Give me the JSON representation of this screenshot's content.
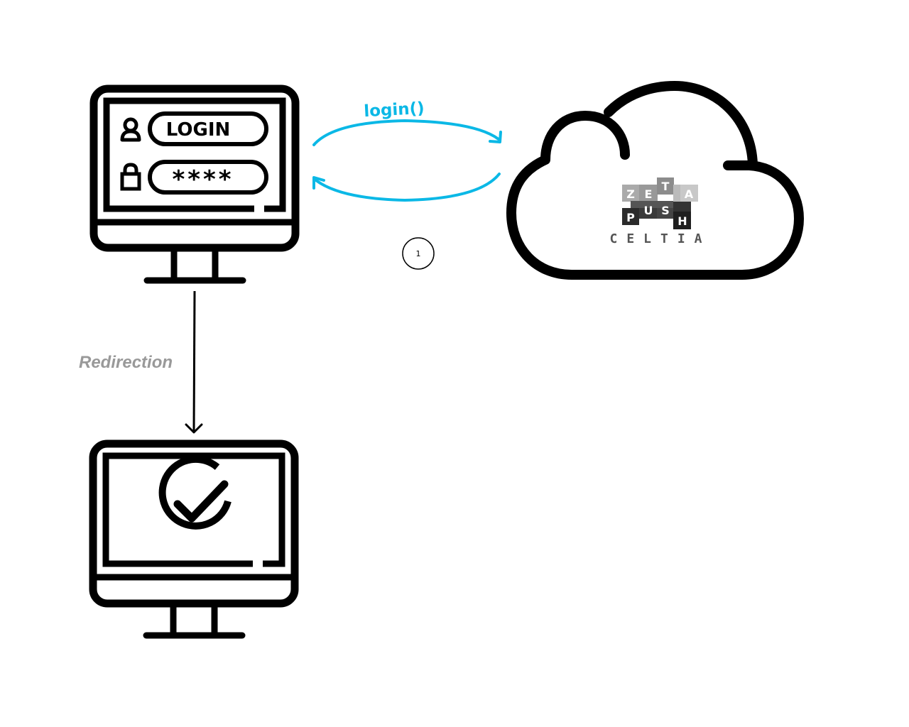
{
  "diagram": {
    "login_call": "login()",
    "step_marker": "1",
    "redirection_label": "Redirection",
    "login_monitor": {
      "login_field_text": "LOGIN",
      "password_field_text": "****"
    },
    "cloud": {
      "logo_top_letters": [
        "Z",
        "E",
        "T",
        "A"
      ],
      "logo_bottom_letters": [
        "P",
        "U",
        "S",
        "H"
      ],
      "brand_name": "CELTIA"
    }
  },
  "colors": {
    "ink": "#000000",
    "accent": "#0bb8e6",
    "label_gray": "#999999",
    "logo_light": "#aaaaaa",
    "logo_mid": "#666666",
    "logo_dark": "#2b2b2b"
  }
}
